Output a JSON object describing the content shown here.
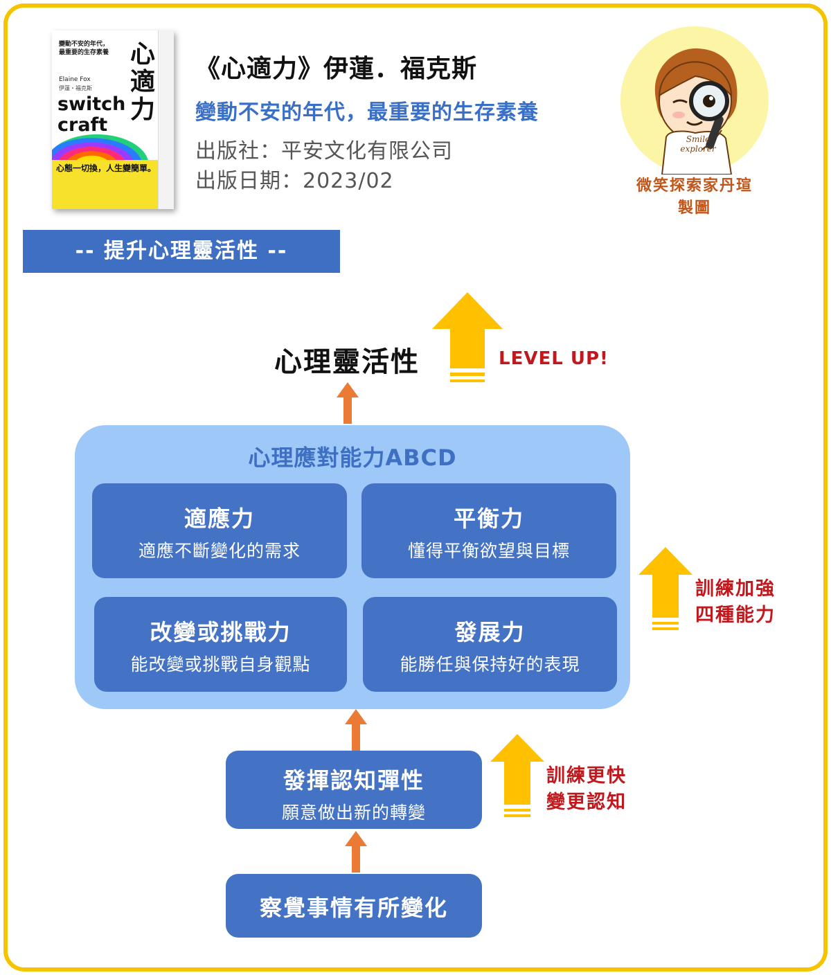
{
  "header": {
    "title": "《心適力》伊蓮．福克斯",
    "subtitle": "變動不安的年代，最重要的生存素養",
    "publisher": "出版社：平安文化有限公司",
    "date": "出版日期：2023/02",
    "credit_line1": "微笑探索家丹瑄",
    "credit_line2": "製圖"
  },
  "book_cover": {
    "tagline_line1": "變動不安的年代，",
    "tagline_line2": "最重要的生存素養",
    "author_en": "Elaine Fox",
    "author_zh": "伊蓮・福克斯",
    "title_en_1": "switch",
    "title_en_2": "craft",
    "title_zh": "心適力",
    "band_text": "心態一切換，人生變簡單。"
  },
  "avatar": {
    "shirt_line1": "Smile",
    "shirt_line2": "explorer"
  },
  "section": {
    "banner": "-- 提升心理靈活性 --"
  },
  "diagram": {
    "top_label": "心理靈活性",
    "level_up": "LEVEL UP!",
    "abcd_title": "心理應對能力ABCD",
    "cards": [
      {
        "title": "適應力",
        "desc": "適應不斷變化的需求"
      },
      {
        "title": "平衡力",
        "desc": "懂得平衡欲望與目標"
      },
      {
        "title": "改變或挑戰力",
        "desc": "能改變或挑戰自身觀點"
      },
      {
        "title": "發展力",
        "desc": "能勝任與保持好的表現"
      }
    ],
    "flex": {
      "title": "發揮認知彈性",
      "desc": "願意做出新的轉變"
    },
    "aware": {
      "title": "察覺事情有所變化"
    },
    "note_abcd_line1": "訓練加強",
    "note_abcd_line2": "四種能力",
    "note_flex_line1": "訓練更快",
    "note_flex_line2": "變更認知"
  },
  "colors": {
    "frame": "#f5c400",
    "box_blue": "#4472c4",
    "container_blue": "#9dc8f7",
    "arrow_orange": "#ea7a34",
    "arrow_yellow": "#ffc000",
    "note_red": "#c0181d"
  }
}
